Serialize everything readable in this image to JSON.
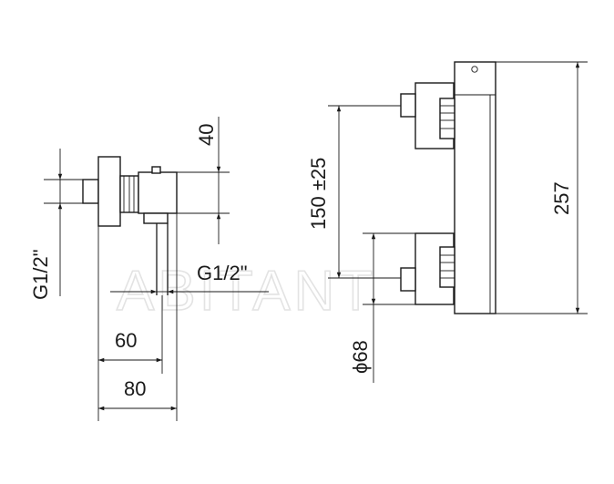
{
  "watermark": "ABITANT",
  "side_view": {
    "dim_g12_vertical": "G1/2\"",
    "dim_g12_horizontal": "G1/2\"",
    "dim_40": "40",
    "dim_60": "60",
    "dim_80": "80"
  },
  "front_view": {
    "dim_150": "150 ±25",
    "dim_68": "ϕ68",
    "dim_257": "257"
  }
}
